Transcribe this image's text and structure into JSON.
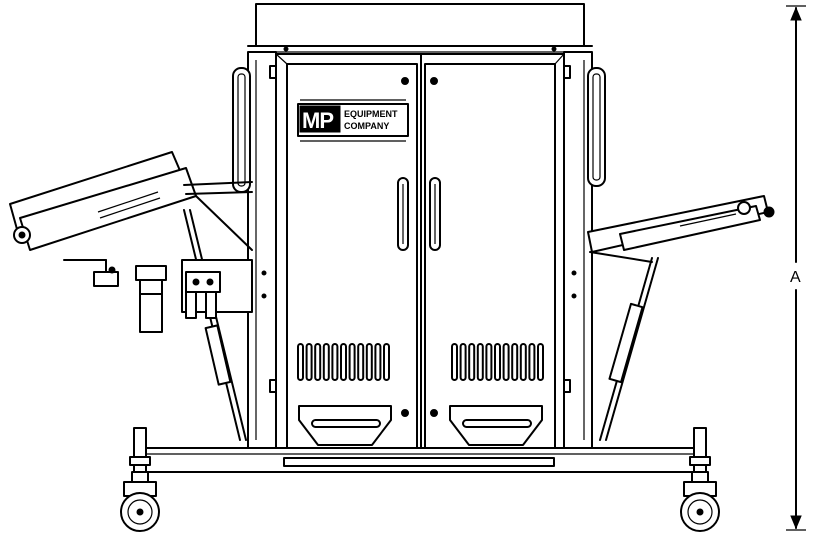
{
  "logo": {
    "mark": "MP",
    "line1": "EQUIPMENT",
    "line2": "COMPANY"
  },
  "dimension": {
    "label": "A"
  }
}
